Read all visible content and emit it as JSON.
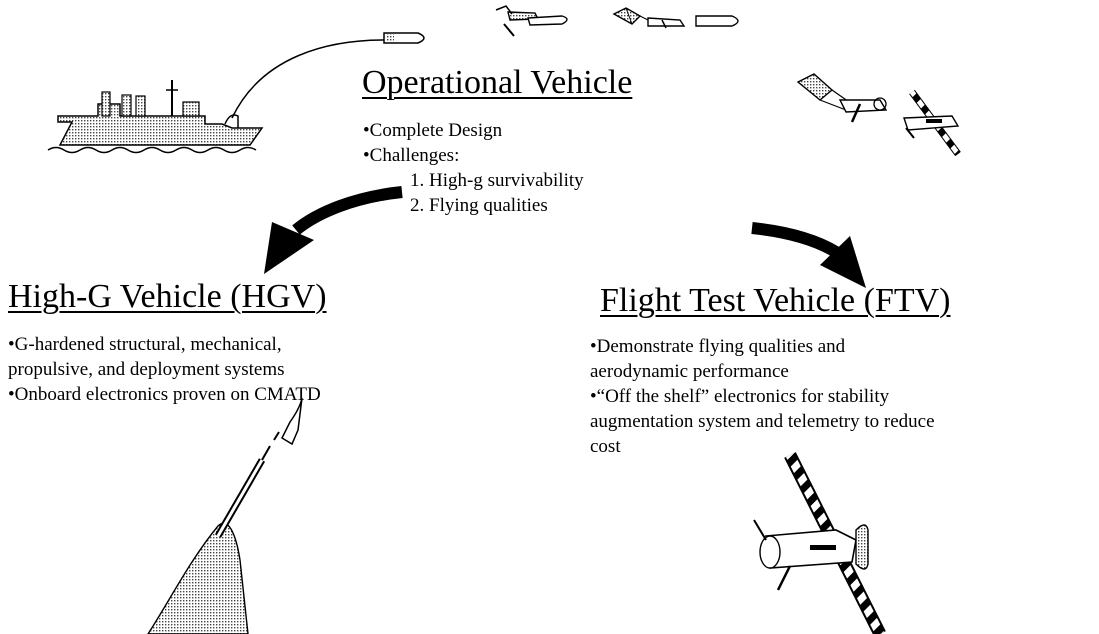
{
  "operational": {
    "title": "Operational Vehicle",
    "bullets": [
      "Complete Design",
      "Challenges:"
    ],
    "challenges": [
      "1. High-g survivability",
      "2. Flying qualities"
    ]
  },
  "hgv": {
    "title": "High-G Vehicle (HGV)",
    "bullets": [
      "G-hardened structural, mechanical,",
      "propulsive, and deployment systems",
      "Onboard electronics proven on CMATD"
    ]
  },
  "ftv": {
    "title": "Flight Test Vehicle (FTV)",
    "bullets": [
      "Demonstrate flying qualities and",
      "aerodynamic performance",
      "“Off the shelf” electronics for stability",
      "augmentation system and telemetry to reduce",
      "cost"
    ]
  },
  "colors": {
    "ink": "#000000",
    "background": "#ffffff",
    "stipple": "#9a9a9a"
  }
}
